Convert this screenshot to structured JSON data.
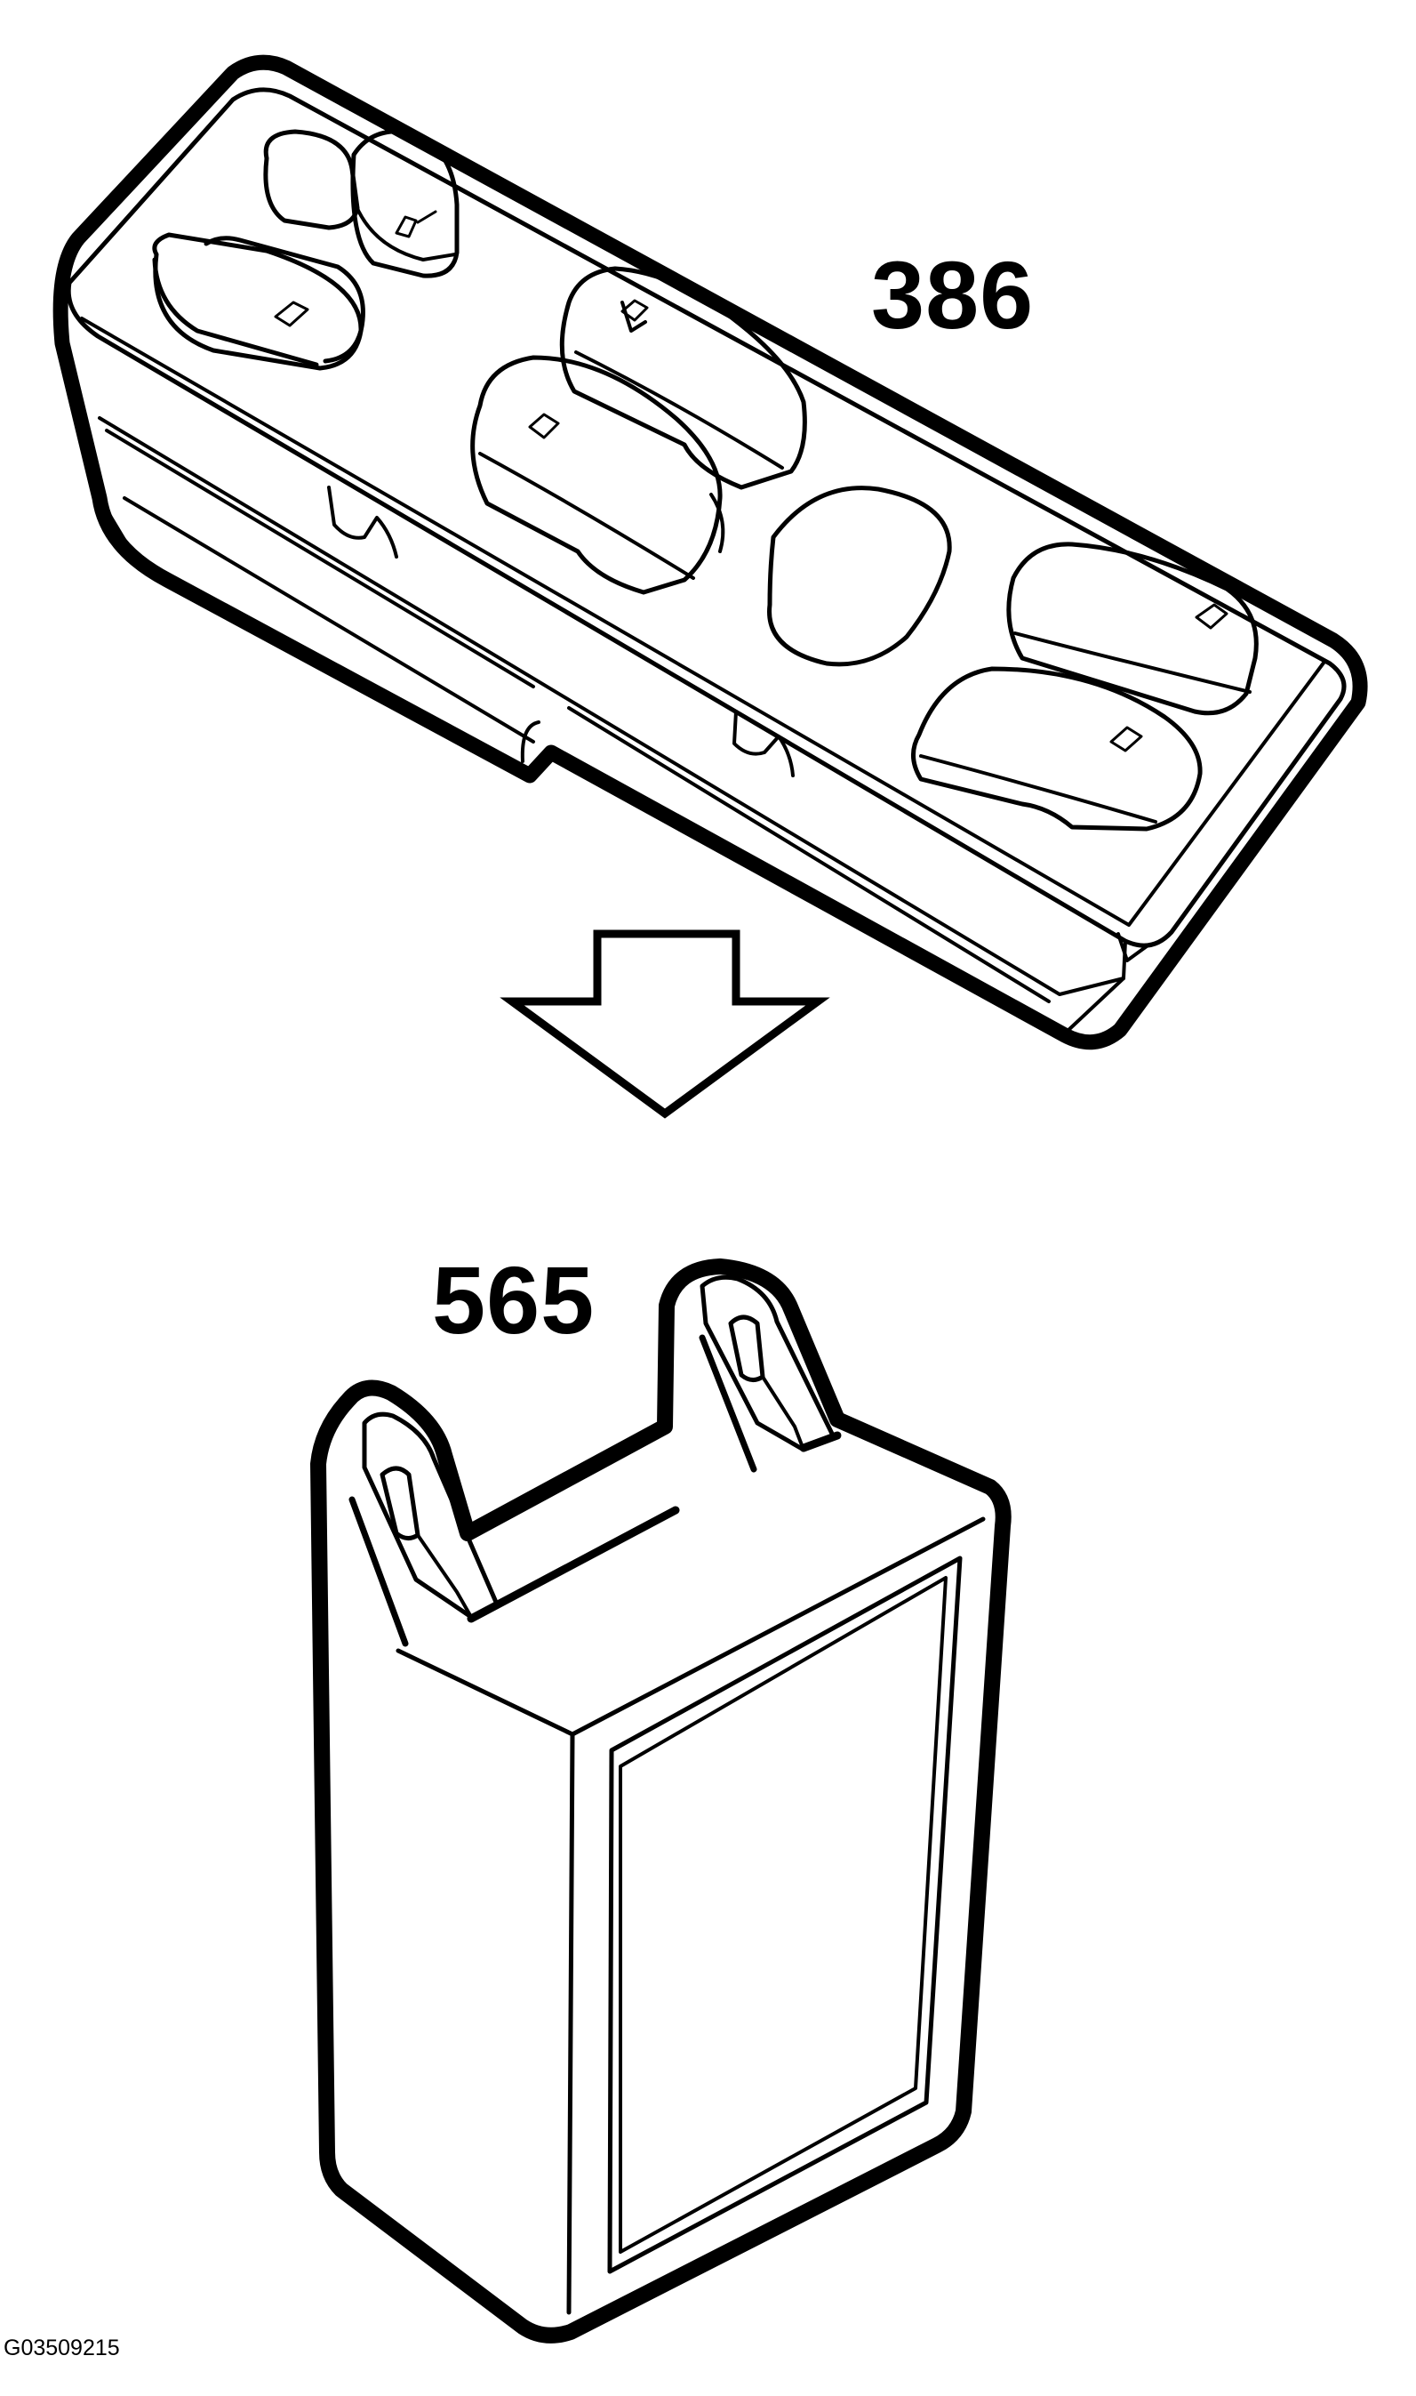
{
  "callouts": {
    "switch_panel": "386",
    "relay": "565"
  },
  "figure_id": "G03509215",
  "icons": {
    "switch_panel": "window-switch-panel-icon",
    "arrow": "arrow-down-icon",
    "relay": "relay-module-icon"
  },
  "colors": {
    "line": "#000000",
    "background": "#ffffff"
  }
}
